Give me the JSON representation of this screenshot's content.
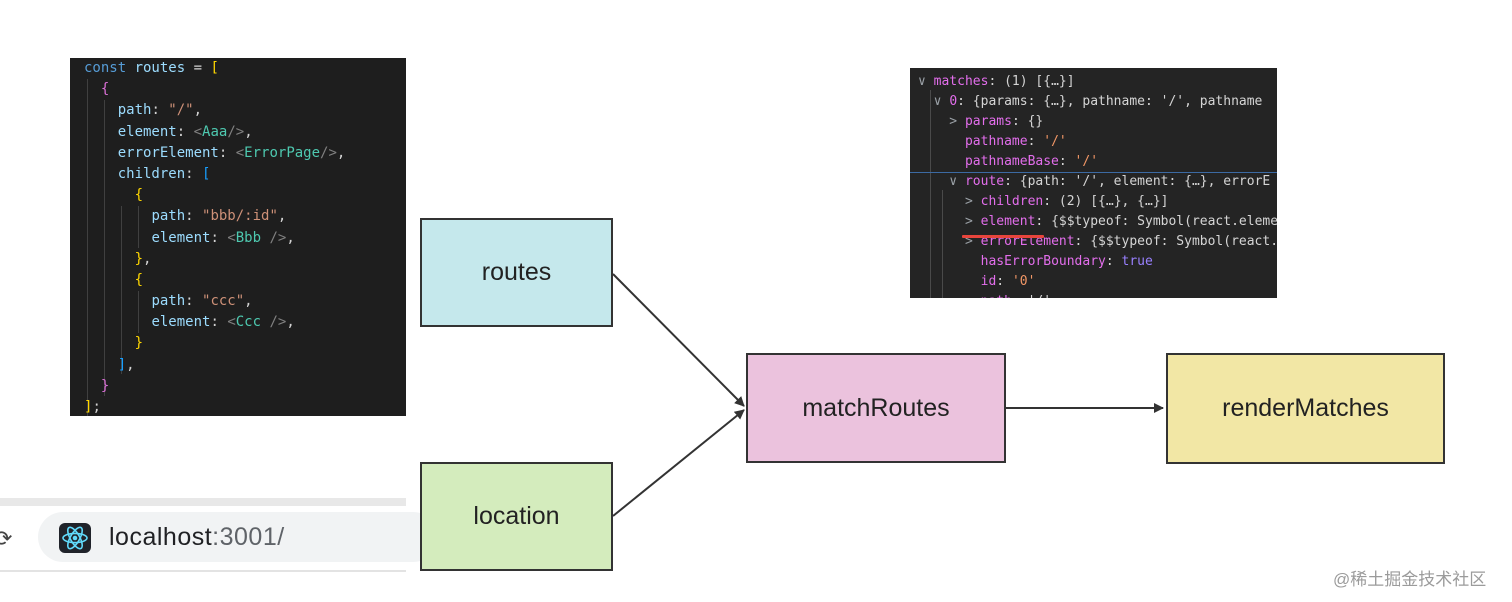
{
  "code_lines": [
    [
      {
        "t": "const ",
        "c": "kw"
      },
      {
        "t": "routes",
        "c": "var"
      },
      {
        "t": " = ",
        "c": ""
      },
      {
        "t": "[",
        "c": "b1"
      }
    ],
    [
      {
        "t": "  ",
        "c": ""
      },
      {
        "t": "{",
        "c": "b2"
      }
    ],
    [
      {
        "t": "    ",
        "c": ""
      },
      {
        "t": "path",
        "c": "var"
      },
      {
        "t": ": ",
        "c": ""
      },
      {
        "t": "\"/\"",
        "c": "str"
      },
      {
        "t": ",",
        "c": ""
      }
    ],
    [
      {
        "t": "    ",
        "c": ""
      },
      {
        "t": "element",
        "c": "var"
      },
      {
        "t": ": ",
        "c": ""
      },
      {
        "t": "<",
        "c": "pun"
      },
      {
        "t": "Aaa",
        "c": "tag"
      },
      {
        "t": "/>",
        "c": "pun"
      },
      {
        "t": ",",
        "c": ""
      }
    ],
    [
      {
        "t": "    ",
        "c": ""
      },
      {
        "t": "errorElement",
        "c": "var"
      },
      {
        "t": ": ",
        "c": ""
      },
      {
        "t": "<",
        "c": "pun"
      },
      {
        "t": "ErrorPage",
        "c": "tag"
      },
      {
        "t": "/>",
        "c": "pun"
      },
      {
        "t": ",",
        "c": ""
      }
    ],
    [
      {
        "t": "    ",
        "c": ""
      },
      {
        "t": "children",
        "c": "var"
      },
      {
        "t": ": ",
        "c": ""
      },
      {
        "t": "[",
        "c": "b3"
      }
    ],
    [
      {
        "t": "      ",
        "c": ""
      },
      {
        "t": "{",
        "c": "b1"
      }
    ],
    [
      {
        "t": "        ",
        "c": ""
      },
      {
        "t": "path",
        "c": "var"
      },
      {
        "t": ": ",
        "c": ""
      },
      {
        "t": "\"bbb/:id\"",
        "c": "str"
      },
      {
        "t": ",",
        "c": ""
      }
    ],
    [
      {
        "t": "        ",
        "c": ""
      },
      {
        "t": "element",
        "c": "var"
      },
      {
        "t": ": ",
        "c": ""
      },
      {
        "t": "<",
        "c": "pun"
      },
      {
        "t": "Bbb",
        "c": "tag"
      },
      {
        "t": " />",
        "c": "pun"
      },
      {
        "t": ",",
        "c": ""
      }
    ],
    [
      {
        "t": "      ",
        "c": ""
      },
      {
        "t": "}",
        "c": "b1"
      },
      {
        "t": ",",
        "c": ""
      }
    ],
    [
      {
        "t": "      ",
        "c": ""
      },
      {
        "t": "{",
        "c": "b1"
      }
    ],
    [
      {
        "t": "        ",
        "c": ""
      },
      {
        "t": "path",
        "c": "var"
      },
      {
        "t": ": ",
        "c": ""
      },
      {
        "t": "\"ccc\"",
        "c": "str"
      },
      {
        "t": ",",
        "c": ""
      }
    ],
    [
      {
        "t": "        ",
        "c": ""
      },
      {
        "t": "element",
        "c": "var"
      },
      {
        "t": ": ",
        "c": ""
      },
      {
        "t": "<",
        "c": "pun"
      },
      {
        "t": "Ccc",
        "c": "tag"
      },
      {
        "t": " />",
        "c": "pun"
      },
      {
        "t": ",",
        "c": ""
      }
    ],
    [
      {
        "t": "      ",
        "c": ""
      },
      {
        "t": "}",
        "c": "b1"
      }
    ],
    [
      {
        "t": "    ",
        "c": ""
      },
      {
        "t": "]",
        "c": "b3"
      },
      {
        "t": ",",
        "c": ""
      }
    ],
    [
      {
        "t": "  ",
        "c": ""
      },
      {
        "t": "}",
        "c": "b2"
      }
    ],
    [
      {
        "t": "]",
        "c": "b1"
      },
      {
        "t": ";",
        "c": ""
      }
    ]
  ],
  "devtools_lines": [
    [
      {
        "t": "∨ ",
        "c": "dt"
      },
      {
        "t": "matches",
        "c": "dk"
      },
      {
        "t": ": (1) [{…}]",
        "c": "dv"
      }
    ],
    [
      {
        "t": "  ∨ ",
        "c": "dt"
      },
      {
        "t": "0",
        "c": "dk"
      },
      {
        "t": ": {params: {…}, pathname: '/', pathname",
        "c": "dv"
      }
    ],
    [
      {
        "t": "    > ",
        "c": "dt"
      },
      {
        "t": "params",
        "c": "dk"
      },
      {
        "t": ": {}",
        "c": "dv"
      }
    ],
    [
      {
        "t": "      ",
        "c": ""
      },
      {
        "t": "pathname",
        "c": "dk"
      },
      {
        "t": ": ",
        "c": "dv"
      },
      {
        "t": "'/'",
        "c": "ds"
      }
    ],
    [
      {
        "t": "      ",
        "c": ""
      },
      {
        "t": "pathnameBase",
        "c": "dk"
      },
      {
        "t": ": ",
        "c": "dv"
      },
      {
        "t": "'/'",
        "c": "ds"
      }
    ],
    [
      {
        "t": "    ∨ ",
        "c": "dt"
      },
      {
        "t": "route",
        "c": "dk"
      },
      {
        "t": ": {path: '/', element: {…}, errorE",
        "c": "dv"
      }
    ],
    [
      {
        "t": "      > ",
        "c": "dt"
      },
      {
        "t": "children",
        "c": "dk"
      },
      {
        "t": ": (2) [{…}, {…}]",
        "c": "dv"
      }
    ],
    [
      {
        "t": "      > ",
        "c": "dt"
      },
      {
        "t": "element",
        "c": "dk"
      },
      {
        "t": ": {$$typeof: Symbol(react.eleme",
        "c": "dv"
      }
    ],
    [
      {
        "t": "      > ",
        "c": "dt"
      },
      {
        "t": "errorElement",
        "c": "dk"
      },
      {
        "t": ": {$$typeof: Symbol(react.",
        "c": "dv"
      }
    ],
    [
      {
        "t": "        ",
        "c": ""
      },
      {
        "t": "hasErrorBoundary",
        "c": "dk"
      },
      {
        "t": ": ",
        "c": "dv"
      },
      {
        "t": "true",
        "c": "db"
      }
    ],
    [
      {
        "t": "        ",
        "c": ""
      },
      {
        "t": "id",
        "c": "dk"
      },
      {
        "t": ": ",
        "c": "dv"
      },
      {
        "t": "'0'",
        "c": "ds"
      }
    ],
    [
      {
        "t": "        ",
        "c": ""
      },
      {
        "t": "path",
        "c": "dk"
      },
      {
        "t": ": '/'",
        "c": "dv"
      }
    ]
  ],
  "url_bar": {
    "host": "localhost",
    "port": ":3001/"
  },
  "flow": {
    "routes": "routes",
    "location": "location",
    "match": "matchRoutes",
    "render": "renderMatches"
  },
  "watermark": "@稀土掘金技术社区",
  "colors": {
    "routes_box": "#c5e8ec",
    "location_box": "#d4ecbd",
    "match_box": "#ebc2dd",
    "render_box": "#f2e7a5",
    "underline": "#e8453c"
  }
}
